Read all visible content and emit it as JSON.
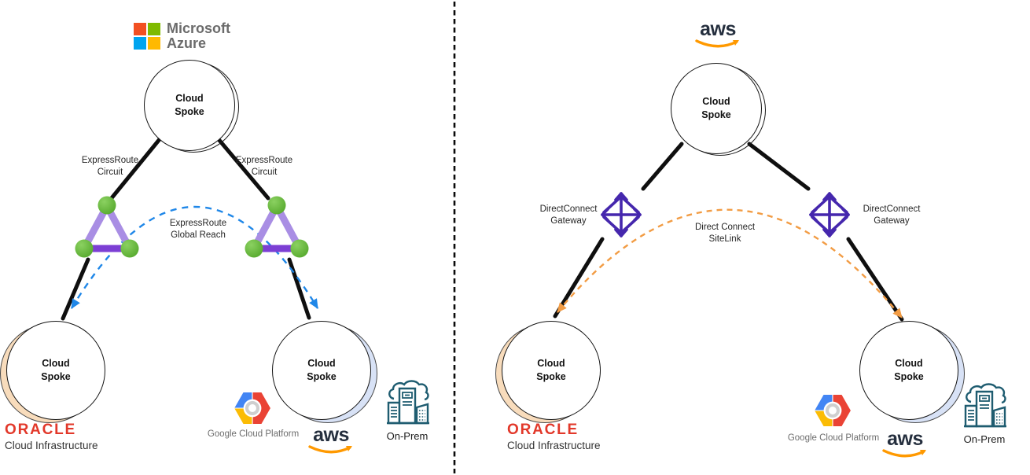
{
  "colors": {
    "background": "#ffffff",
    "connector_black": "#0f0f0f",
    "global_reach_blue": "#1f87e8",
    "sitelink_orange": "#f29c44",
    "expressroute_purple_light": "#a98ee4",
    "expressroute_purple_dark": "#7c3fd4",
    "expressroute_green": "#6cbe45",
    "directconnect_purple": "#4527ad",
    "azure_square_red": "#f25022",
    "azure_square_green": "#7fba00",
    "azure_square_blue": "#00a4ef",
    "azure_square_yellow": "#ffb900",
    "microsoft_text_gray": "#6b6b6b",
    "oracle_red": "#e2382a",
    "aws_navy": "#252f3e",
    "aws_orange": "#ff9900",
    "gcp_blue": "#4285f4",
    "gcp_red": "#ea4335",
    "gcp_yellow": "#fbbc05",
    "onprem_teal": "#1e5c70",
    "node_crescent_peach": "#f8dcbc",
    "node_crescent_blue": "#d8e2f6"
  },
  "icons": {
    "expressroute-circuit-icon": "purple triangle with green circle nodes at vertices",
    "directconnect-gateway-icon": "purple diamond outline with crossed double-headed arrows",
    "microsoft-logo-icon": "four colored squares",
    "aws-smile-icon": "orange curved smile arrow",
    "gcp-hexagon-icon": "blue/red/yellow hexagon with white ring center",
    "onprem-buildings-icon": "teal outline of buildings with cloud"
  },
  "azure_diagram": {
    "provider_logo": {
      "name": "Microsoft",
      "product": "Azure"
    },
    "top_node_label": "Cloud\nSpoke",
    "bottom_left_node_label": "Cloud\nSpoke",
    "bottom_right_node_label": "Cloud\nSpoke",
    "left_circuit_label": "ExpressRoute\nCircuit",
    "right_circuit_label": "ExpressRoute\nCircuit",
    "arc_label": "ExpressRoute\nGlobal Reach",
    "oracle_logo": {
      "wordmark": "ORACLE",
      "subtitle": "Cloud Infrastructure"
    },
    "gcp_label": "Google Cloud Platform",
    "aws_wordmark": "aws",
    "onprem_label": "On-Prem"
  },
  "aws_diagram": {
    "provider_logo": {
      "wordmark": "aws"
    },
    "top_node_label": "Cloud\nSpoke",
    "bottom_left_node_label": "Cloud\nSpoke",
    "bottom_right_node_label": "Cloud\nSpoke",
    "left_gateway_label": "DirectConnect\nGateway",
    "right_gateway_label": "DirectConnect\nGateway",
    "arc_label": "Direct Connect\nSiteLink",
    "oracle_logo": {
      "wordmark": "ORACLE",
      "subtitle": "Cloud Infrastructure"
    },
    "gcp_label": "Google Cloud Platform",
    "aws_wordmark": "aws",
    "onprem_label": "On-Prem"
  }
}
